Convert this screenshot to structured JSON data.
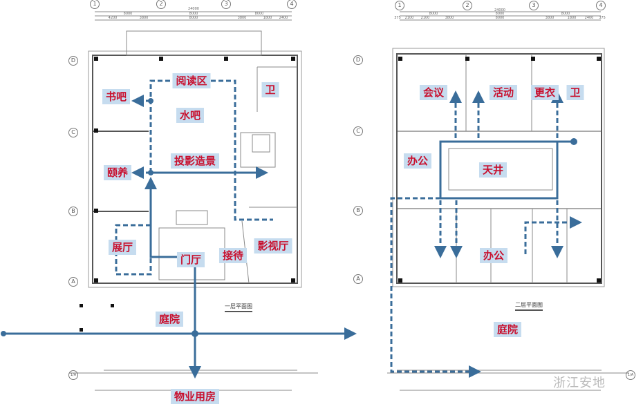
{
  "left_plan": {
    "title": "一层平面图",
    "rooms": [
      "阅读区",
      "书吧",
      "卫",
      "水吧",
      "颐养",
      "投影造景",
      "展厅",
      "门厅",
      "接待",
      "影视厅",
      "庭院",
      "物业用房"
    ],
    "top_dims": [
      "24000",
      "8000",
      "8000",
      "8000",
      "4200",
      "3800",
      "8000",
      "3800",
      "1800",
      "2400"
    ]
  },
  "right_plan": {
    "title": "二层平面图",
    "rooms": [
      "会议",
      "活动",
      "更衣",
      "卫",
      "办公",
      "天井",
      "办公",
      "庭院"
    ],
    "top_dims": [
      "24000",
      "8000",
      "8000",
      "8000",
      "375",
      "2100",
      "2100",
      "3800",
      "8000",
      "3800",
      "1800",
      "2400",
      "375"
    ]
  },
  "axes": {
    "cols": [
      "1",
      "2",
      "3",
      "4"
    ],
    "rows": [
      "D",
      "C",
      "B",
      "A",
      "1/A"
    ]
  },
  "watermark": "浙江安地",
  "colors": {
    "label_text": "#c8102e",
    "label_bg": "#c6dcef",
    "path": "#3a6d9a"
  }
}
